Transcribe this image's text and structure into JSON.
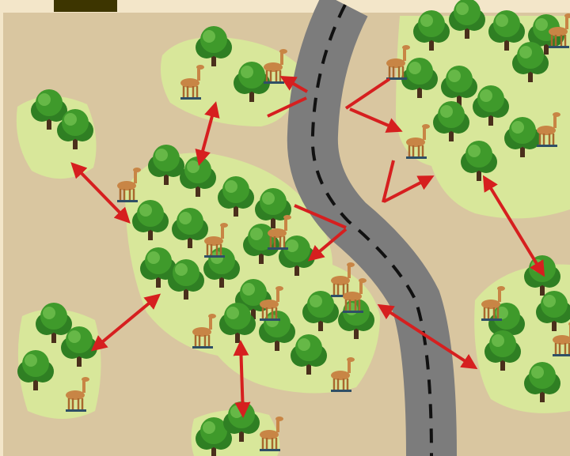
{
  "colors": {
    "page_background": "#f3e6c9",
    "ground": "#d9c6a0",
    "header_block": "#3d3500",
    "road": "#7c7c7c",
    "road_dashes": "#111111",
    "arrows": "#d61f1f",
    "meadow": "#d8e79a",
    "tree_canopy": "#3f9a2b",
    "tree_trunk": "#4a2f1c",
    "deer": "#c88545"
  },
  "icons": {
    "tree": "tree-icon",
    "deer": "deer-icon",
    "arrow": "red-arrow"
  },
  "diagram": {
    "habitat_patches": [
      "top-center-patch",
      "left-patch",
      "central-forest-patch",
      "bottom-left-patch",
      "bottom-center-patch",
      "top-right-forest-patch",
      "bottom-right-patch"
    ],
    "connections": [
      {
        "from": "left-patch",
        "to": "central-forest-patch",
        "direction": "both"
      },
      {
        "from": "top-center-patch",
        "to": "central-forest-patch",
        "direction": "both"
      },
      {
        "from": "bottom-left-patch",
        "to": "central-forest-patch",
        "direction": "both"
      },
      {
        "from": "bottom-center-patch",
        "to": "central-forest-patch",
        "direction": "both"
      },
      {
        "from": "top-right-forest-patch",
        "to": "bottom-right-patch",
        "direction": "both"
      },
      {
        "from": "central-forest-patch",
        "to": "bottom-right-patch",
        "direction": "crossing-road"
      },
      {
        "from": "road",
        "to": "top-center-patch",
        "direction": "blocked"
      },
      {
        "from": "road",
        "to": "top-right-forest-patch",
        "direction": "blocked"
      },
      {
        "from": "road",
        "to": "central-forest-patch",
        "direction": "blocked"
      }
    ]
  }
}
